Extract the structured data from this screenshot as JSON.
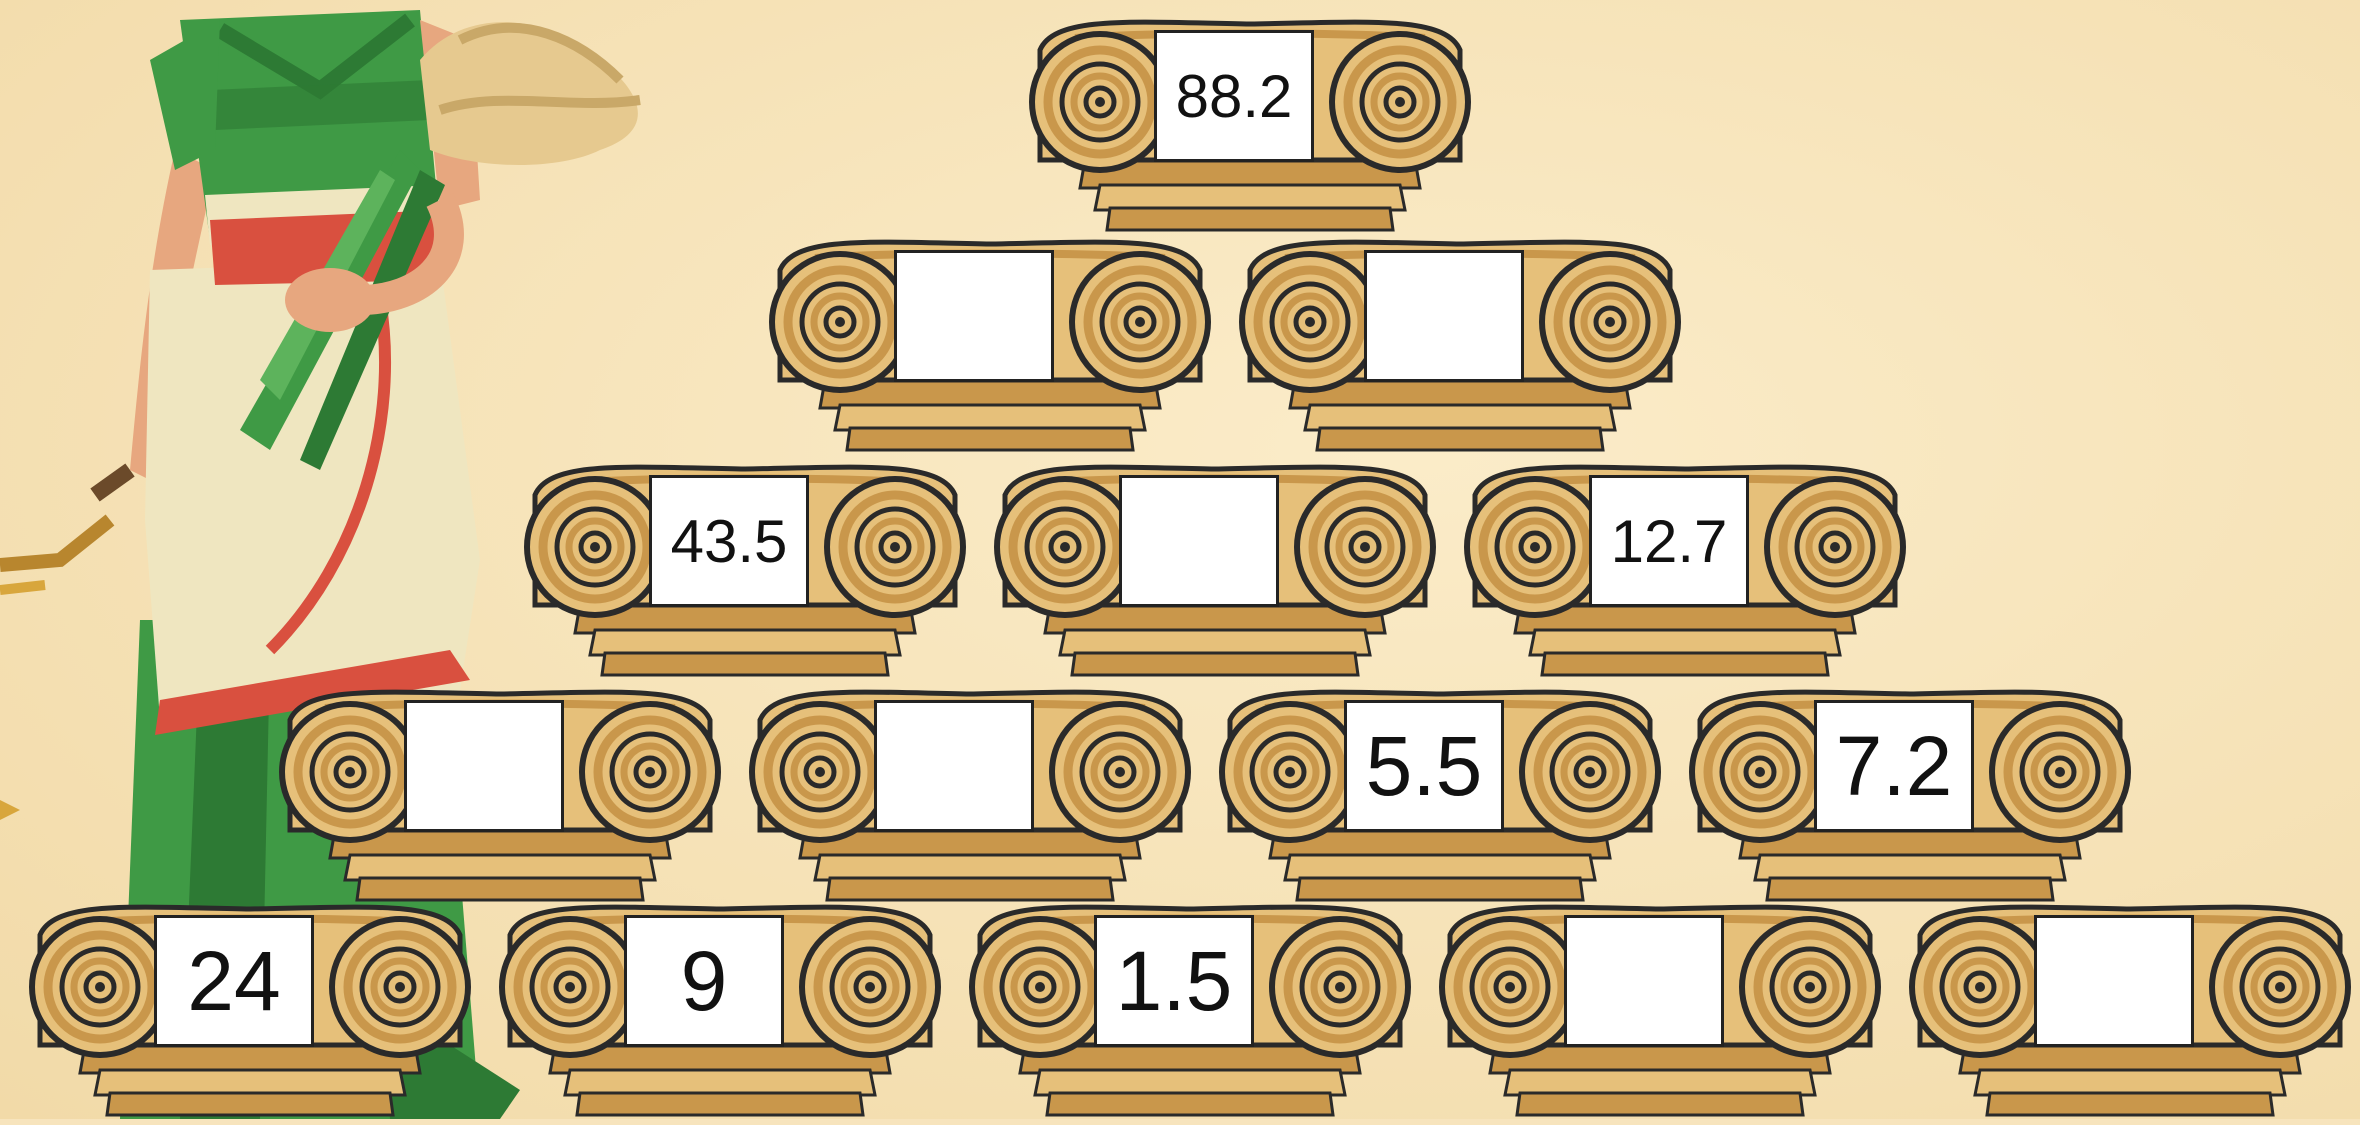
{
  "puzzle": {
    "type": "number-pyramid",
    "rows": [
      [
        {
          "value": "88.2"
        }
      ],
      [
        {
          "value": ""
        },
        {
          "value": ""
        }
      ],
      [
        {
          "value": "43.5"
        },
        {
          "value": ""
        },
        {
          "value": "12.7"
        }
      ],
      [
        {
          "value": ""
        },
        {
          "value": ""
        },
        {
          "value": "5.5"
        },
        {
          "value": "7.2"
        }
      ],
      [
        {
          "value": "24"
        },
        {
          "value": "9"
        },
        {
          "value": "1.5"
        },
        {
          "value": ""
        },
        {
          "value": ""
        }
      ]
    ]
  },
  "illustration": {
    "figure": "greek-goddess-with-wheat",
    "colors": {
      "dress_green": "#3f9a45",
      "dress_dark_green": "#2d7a34",
      "sash_red": "#d9503f",
      "cloth_cream": "#efe6c0",
      "skin": "#e7a77f",
      "wheat": "#e6c98f",
      "stone": "#e6c07a",
      "stone_dark": "#c9974b",
      "background": "#f7e4bd"
    }
  }
}
